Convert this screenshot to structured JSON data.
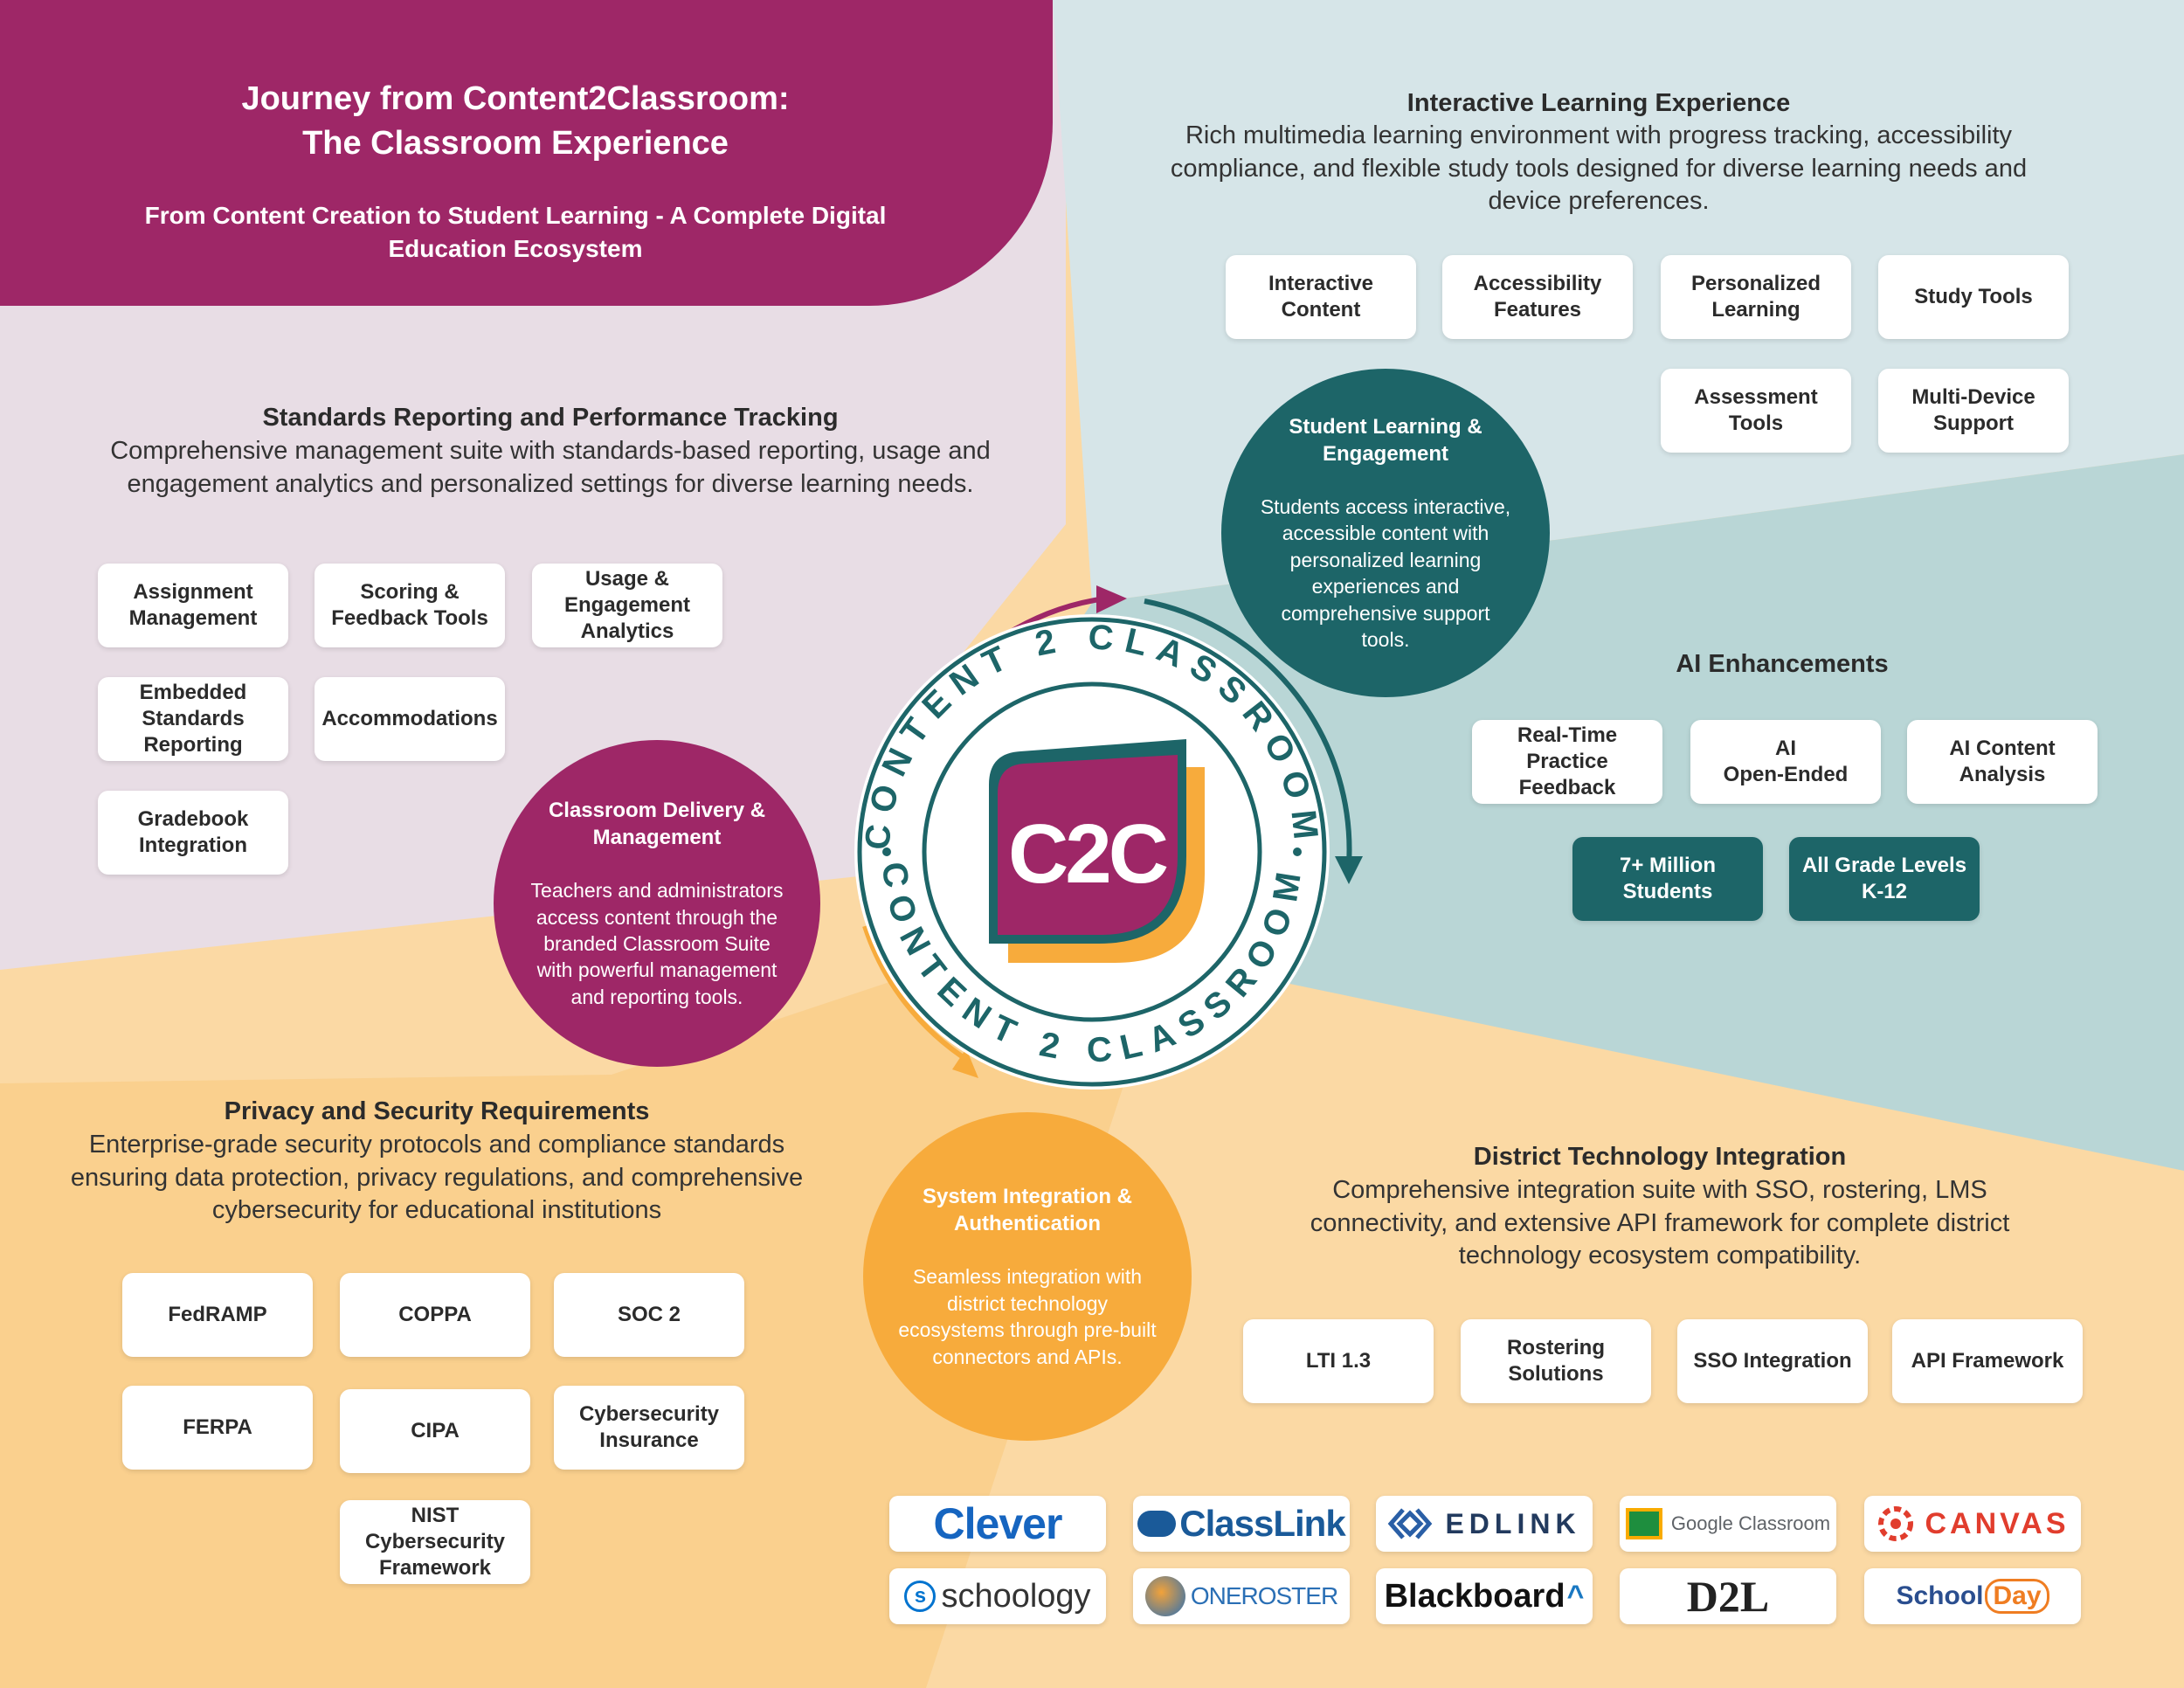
{
  "header": {
    "title_line1": "Journey from Content2Classroom:",
    "title_line2": "The Classroom Experience",
    "subtitle": "From Content Creation to Student Learning - A Complete Digital Education Ecosystem"
  },
  "colors": {
    "magenta": "#9e2767",
    "teal": "#1d6568",
    "orange": "#f7ab3c",
    "pink_bg": "#e8dde5",
    "blue_bg": "#d6e5e8",
    "teal_bg": "#b9d6d6",
    "peach_bg": "#fbd9a4"
  },
  "interactive": {
    "title": "Interactive Learning Experience",
    "desc": "Rich multimedia learning environment with progress tracking, accessibility compliance, and flexible study tools designed for diverse learning needs and device preferences.",
    "chips": [
      "Interactive\nContent",
      "Accessibility\nFeatures",
      "Personalized\nLearning",
      "Study Tools",
      "Assessment\nTools",
      "Multi-Device\nSupport"
    ]
  },
  "standards": {
    "title": "Standards Reporting and Performance Tracking",
    "desc": "Comprehensive management suite with standards-based reporting, usage and engagement analytics and personalized settings for diverse learning needs.",
    "chips": [
      "Assignment\nManagement",
      "Scoring &\nFeedback Tools",
      "Usage &\nEngagement\nAnalytics",
      "Embedded\nStandards\nReporting",
      "Accommodations",
      "Gradebook\nIntegration"
    ]
  },
  "ai": {
    "title": "AI Enhancements",
    "chips": [
      "Real-Time\nPractice Feedback",
      "AI\nOpen-Ended",
      "AI Content\nAnalysis"
    ],
    "stats": [
      "7+ Million\nStudents",
      "All Grade Levels\nK-12"
    ]
  },
  "privacy": {
    "title": "Privacy and Security Requirements",
    "desc": "Enterprise-grade security protocols and compliance standards ensuring data protection, privacy regulations, and comprehensive cybersecurity for educational institutions",
    "chips": [
      "FedRAMP",
      "COPPA",
      "SOC 2",
      "FERPA",
      "CIPA",
      "Cybersecurity\nInsurance",
      "NIST\nCybersecurity\nFramework"
    ]
  },
  "district": {
    "title": "District Technology Integration",
    "desc": "Comprehensive integration suite with SSO, rostering, LMS connectivity, and extensive API framework for complete district technology ecosystem compatibility.",
    "chips": [
      "LTI 1.3",
      "Rostering\nSolutions",
      "SSO Integration",
      "API Framework"
    ]
  },
  "circles": {
    "student": {
      "title": "Student Learning &\nEngagement",
      "desc": "Students access interactive, accessible content with personalized learning experiences and comprehensive support tools."
    },
    "classroom": {
      "title": "Classroom Delivery &\nManagement",
      "desc": "Teachers and administrators access content through the branded Classroom Suite with powerful management and reporting tools."
    },
    "system": {
      "title": "System Integration &\nAuthentication",
      "desc": "Seamless integration with district technology ecosystems through pre-built connectors and APIs."
    }
  },
  "badge": {
    "ring_text_top": "CONTENT 2 CLASSROOM",
    "ring_text_bottom": "CONTENT 2 CLASSROOM",
    "logo_text": "C2C"
  },
  "partners": {
    "clever": "Clever",
    "classlink": "ClassLink",
    "edlink": "EDLINK",
    "google": "Google Classroom",
    "canvas": "CANVAS",
    "schoology": "schoology",
    "oneroster": "ONEROSTER",
    "blackboard": "Blackboard",
    "d2l": "D2L",
    "schoolday_a": "School",
    "schoolday_b": "Day"
  }
}
